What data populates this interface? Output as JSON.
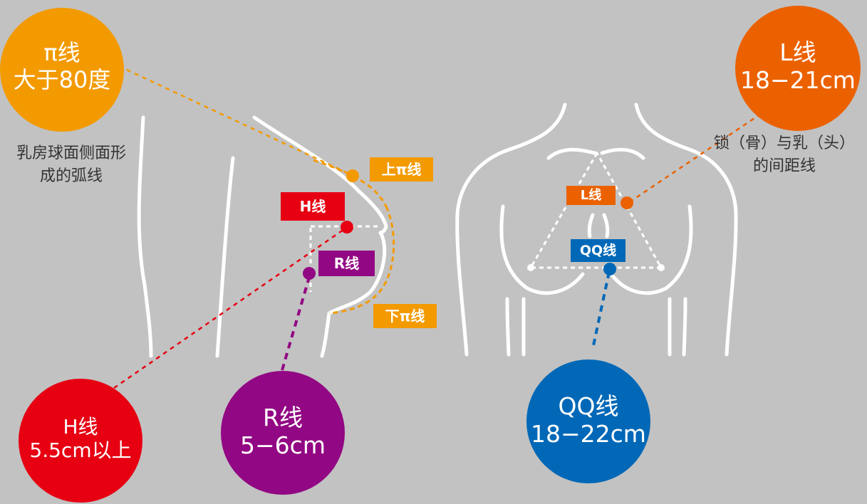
{
  "colors": {
    "background": "#c2c2c2",
    "pi": "#f39a00",
    "l": "#eb6100",
    "h": "#e60012",
    "r": "#920783",
    "qq": "#0068b7",
    "outline": "#ffffff"
  },
  "circles": {
    "pi": {
      "line1": "π线",
      "line2": "大于80度"
    },
    "l": {
      "line1": "L线",
      "line2": "18−21cm"
    },
    "h": {
      "line1": "H线",
      "line2": "5.5cm以上"
    },
    "r": {
      "line1": "R线",
      "line2": "5−6cm"
    },
    "qq": {
      "line1": "QQ线",
      "line2": "18−22cm"
    }
  },
  "notes": {
    "left": {
      "line1": "乳房球面侧面形",
      "line2": "成的弧线"
    },
    "right": {
      "line1": "锁（骨）与乳（头）",
      "line2": "的间距线"
    }
  },
  "tags": {
    "upper_pi": "上π线",
    "lower_pi": "下π线",
    "h": "H线",
    "r": "R线",
    "l": "L线",
    "qq": "QQ线"
  }
}
